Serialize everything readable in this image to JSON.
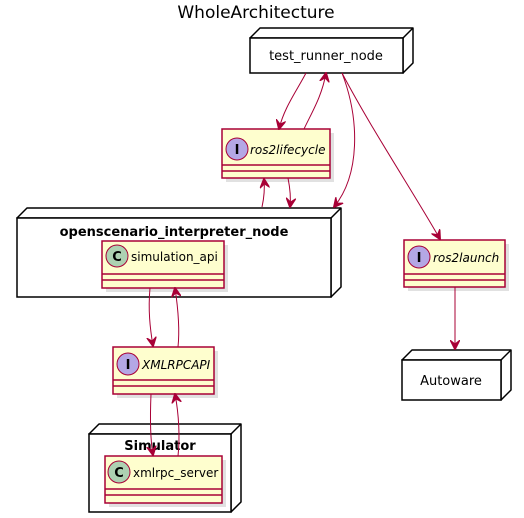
{
  "title": "WholeArchitecture",
  "nodes": {
    "test_runner": "test_runner_node",
    "interpreter": "openscenario_interpreter_node",
    "simulator": "Simulator",
    "autoware": "Autoware"
  },
  "interfaces": {
    "ros2lifecycle": "ros2lifecycle",
    "ros2launch": "ros2launch",
    "xmlrpcapi": "XMLRPCAPI"
  },
  "classes": {
    "simulation_api": "simulation_api",
    "xmlrpc_server": "xmlrpc_server"
  },
  "glyphs": {
    "interface": "I",
    "class": "C"
  },
  "colors": {
    "accent": "#A80036",
    "class_fill": "#FEFECE",
    "interface_circle": "#B4A7E5",
    "class_circle": "#ADD1B2"
  }
}
